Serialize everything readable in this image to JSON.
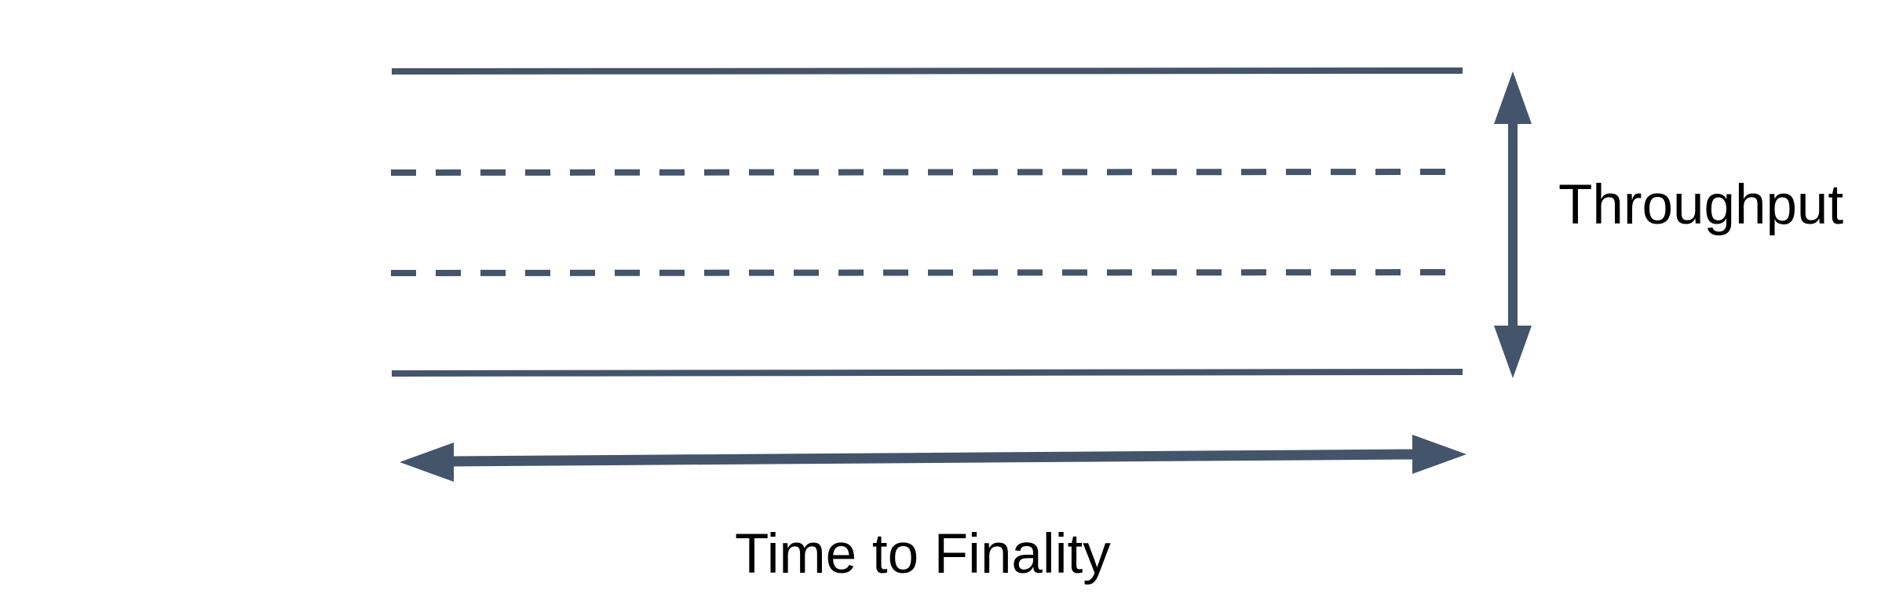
{
  "diagram": {
    "colors": {
      "accent": "#44546A",
      "label": "#000000",
      "background": "#FFFFFF"
    },
    "labels": {
      "vertical_axis": "Throughput",
      "horizontal_axis": "Time to Finality"
    },
    "structure": {
      "solid_boundary_lines": 2,
      "dashed_lane_lines": 2,
      "vertical_arrow_style": "double-headed",
      "horizontal_arrow_style": "double-headed"
    }
  }
}
